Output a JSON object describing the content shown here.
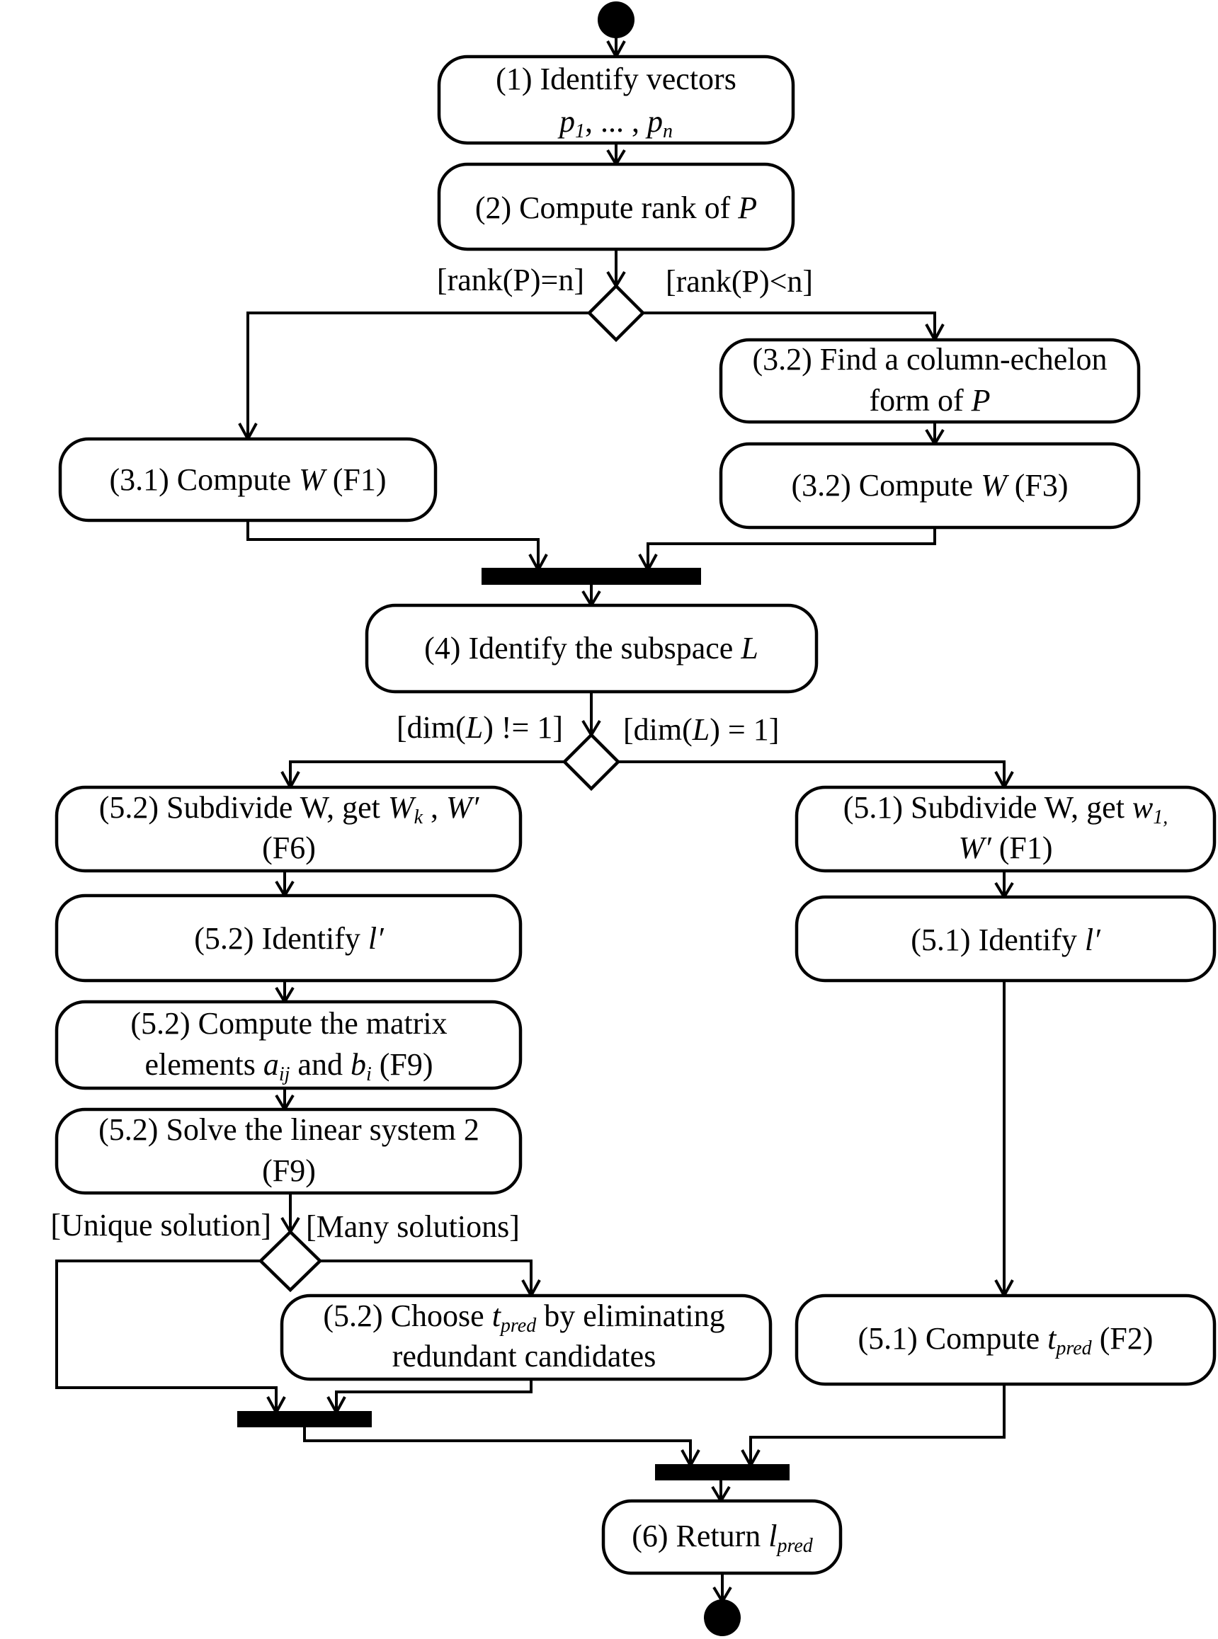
{
  "nodes": {
    "n1": {
      "line1": "(1) Identify vectors",
      "line2_a": "p",
      "line2_a_sub": "1",
      "line2_b": ", ... , ",
      "line2_c": "p",
      "line2_c_sub": "n"
    },
    "n2": {
      "text": "(2) Compute rank of ",
      "var": "P"
    },
    "n32a": {
      "line1": "(3.2) Find a column-echelon",
      "line2": "form of ",
      "line2_var": "P"
    },
    "n31": {
      "pre": "(3.1) Compute ",
      "var": "W",
      "post": " (F1)"
    },
    "n32b": {
      "pre": "(3.2) Compute ",
      "var": "W",
      "post": " (F3)"
    },
    "n4": {
      "pre": "(4) Identify the subspace ",
      "var": "L"
    },
    "n52a": {
      "line1_pre": "(5.2) Subdivide W, get ",
      "line1_var1": "W",
      "line1_sub1": "k",
      "line1_mid": " , ",
      "line1_var2": "W′",
      "line2": "(F6)"
    },
    "n51a": {
      "line1_pre": "(5.1) Subdivide W, get ",
      "line1_var": "w",
      "line1_sub": "1,",
      "line2_var": "W′",
      "line2_post": " (F1)"
    },
    "n52b": {
      "pre": "(5.2) Identify ",
      "var": "l′"
    },
    "n51b": {
      "pre": "(5.1) Identify ",
      "var": "l′"
    },
    "n52c": {
      "line1": "(5.2) Compute the matrix",
      "line2_pre": "elements ",
      "line2_var1": "a",
      "line2_sub1": "ij",
      "line2_mid": " and ",
      "line2_var2": "b",
      "line2_sub2": "i",
      "line2_post": " (F9)"
    },
    "n52d": {
      "line1": "(5.2) Solve the linear system 2",
      "line2": "(F9)"
    },
    "n52e": {
      "line1_pre": "(5.2) Choose ",
      "line1_var": "t",
      "line1_sub": "pred",
      "line1_post": " by eliminating",
      "line2": "redundant candidates"
    },
    "n51c": {
      "pre": "(5.1) Compute ",
      "var": "t",
      "sub": "pred",
      "post": " (F2)"
    },
    "n6": {
      "pre": "(6) Return ",
      "var": "l",
      "sub": "pred"
    }
  },
  "guards": {
    "g_rank_eq_pre": "[rank(P)=n]",
    "g_rank_lt": "[rank(P)<n]",
    "g_dim_ne_a": "[dim(",
    "g_dim_ne_var": "L",
    "g_dim_ne_b": ") != 1]",
    "g_dim_eq_a": "[dim(",
    "g_dim_eq_var": "L",
    "g_dim_eq_b": ") = 1]",
    "g_unique": "[Unique solution]",
    "g_many": "[Many solutions]"
  }
}
